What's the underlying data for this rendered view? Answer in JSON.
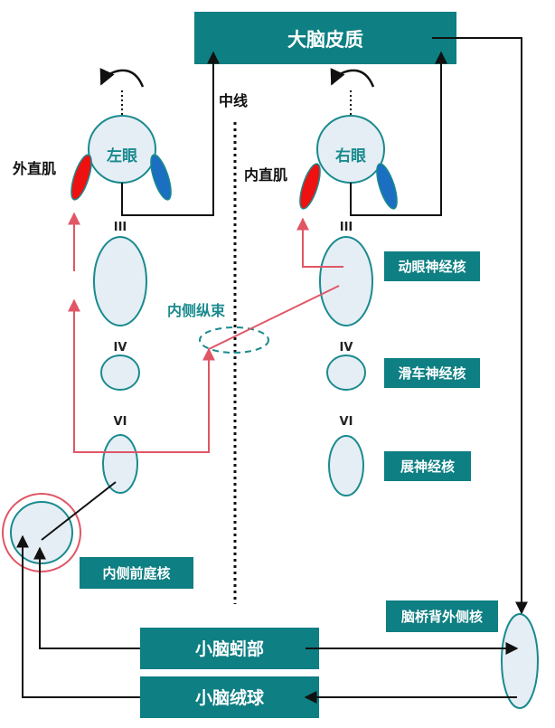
{
  "labels": {
    "cortex": "大脑皮质",
    "midline": "中线",
    "left_eye": "左眼",
    "right_eye": "右眼",
    "lateral_rectus": "外直肌",
    "medial_rectus": "内直肌",
    "mlf": "内侧纵束",
    "oculomotor_nucleus": "动眼神经核",
    "trochlear_nucleus": "滑车神经核",
    "abducens_nucleus": "展神经核",
    "medial_vestibular": "内侧前庭核",
    "dorsolateral_pontine": "脑桥背外侧核",
    "vermis": "小脑蚓部",
    "flocculus": "小脑绒球",
    "roman_3_left": "III",
    "roman_4_left": "IV",
    "roman_6_left": "VI",
    "roman_3_right": "III",
    "roman_4_right": "IV",
    "roman_6_right": "VI"
  },
  "colors": {
    "teal": "#0e7f83",
    "nucleus_fill": "#e5eef5",
    "nucleus_stroke": "#1a8a8e",
    "pathway_red": "#e05665",
    "lateral_rectus_red": "#ee1111",
    "medial_rectus_blue": "#1a6fc0"
  }
}
